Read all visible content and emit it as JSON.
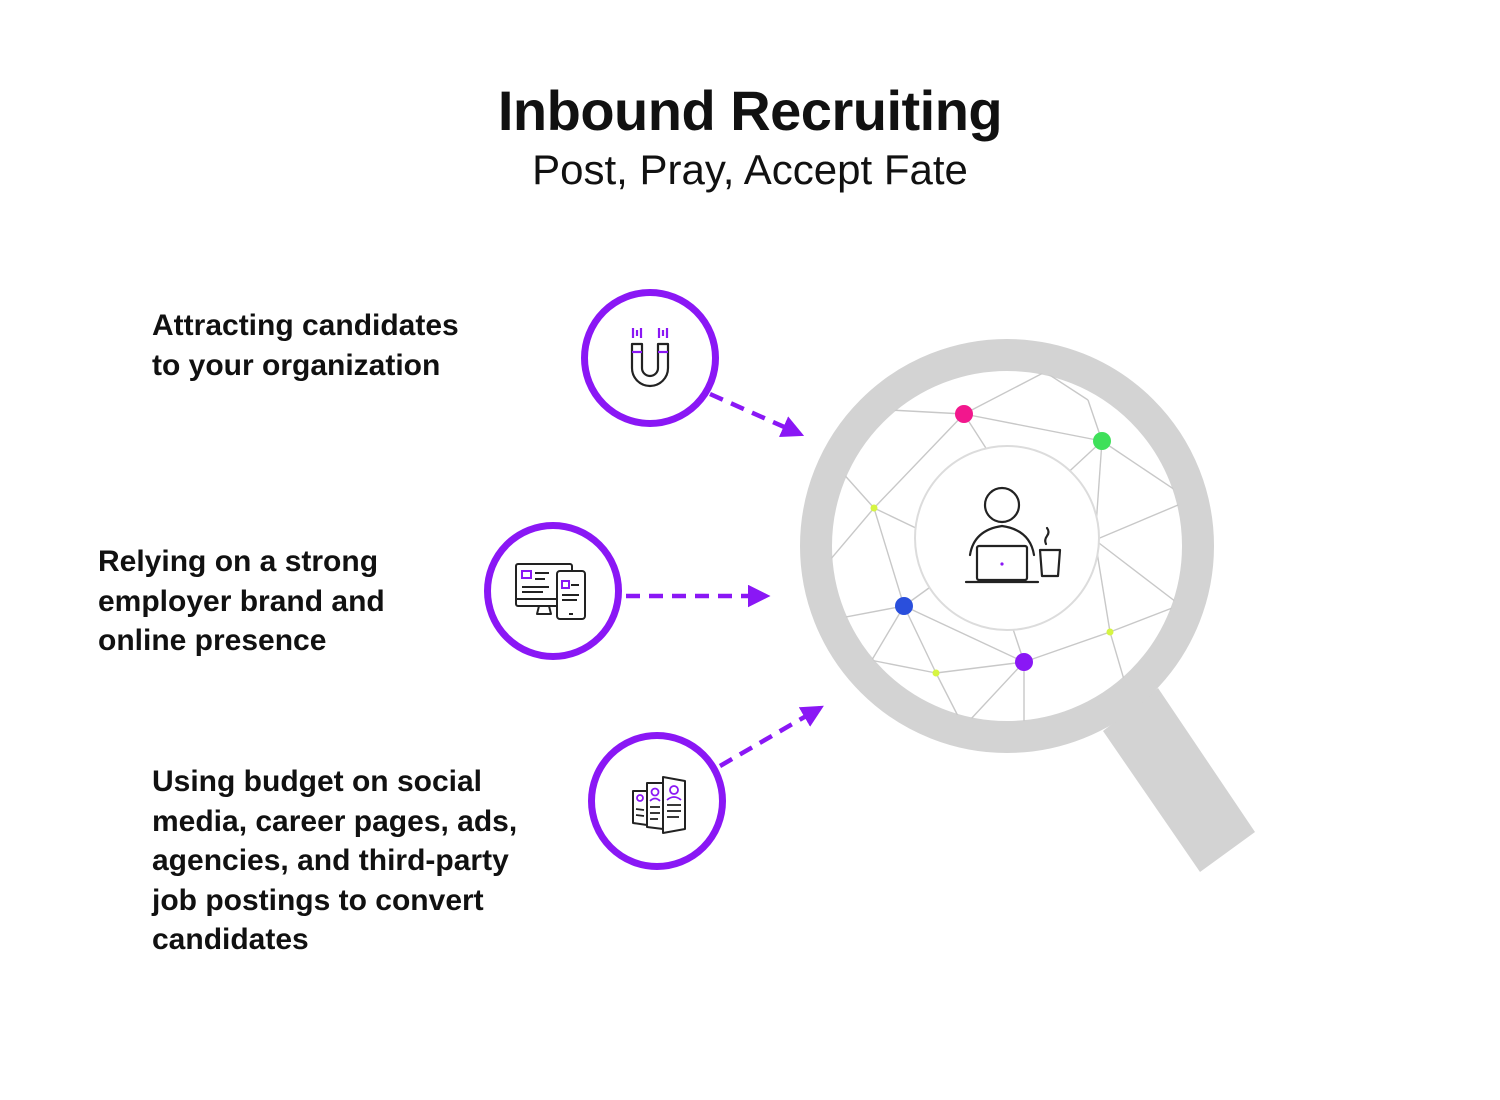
{
  "header": {
    "title": "Inbound Recruiting",
    "subtitle": "Post, Pray, Accept Fate"
  },
  "items": [
    {
      "text": "Attracting candidates\nto your organization",
      "icon": "magnet-icon"
    },
    {
      "text": "Relying on a strong\nemployer brand and\nonline presence",
      "icon": "desktop-and-mobile-icon"
    },
    {
      "text": "Using budget on social\nmedia, career pages, ads,\nagencies, and third-party\njob postings to convert\ncandidates",
      "icon": "resume-documents-icon"
    }
  ],
  "center": {
    "magnifier_icon": "magnifying-glass-icon",
    "person_icon": "person-at-laptop-icon"
  },
  "colors": {
    "accent": "#8a17f5",
    "magnifier": "#d3d3d3",
    "node_pink": "#f2178d",
    "node_green": "#3fe05a",
    "node_blue": "#2a4fdc",
    "node_purple": "#8a17f5",
    "node_lime": "#d6f542",
    "text": "#111111"
  }
}
